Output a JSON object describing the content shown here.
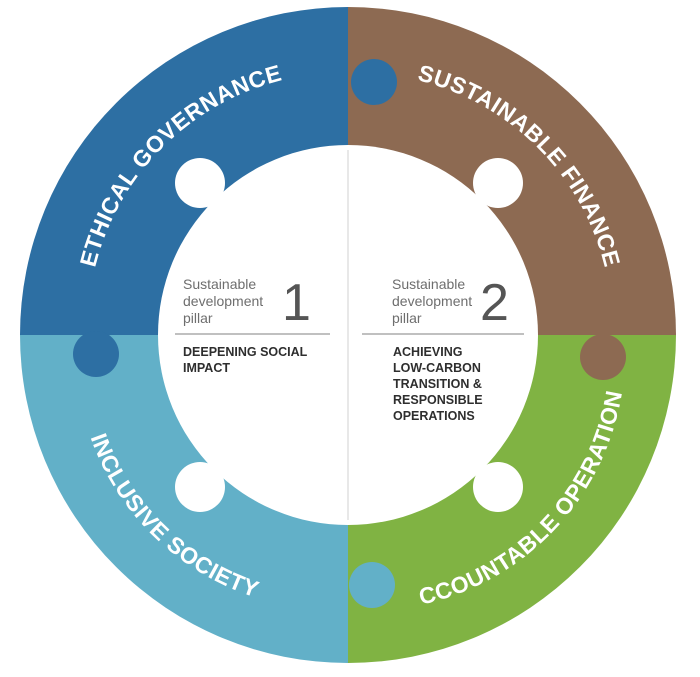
{
  "ring": {
    "top_left": {
      "label": "ETHICAL GOVERNANCE",
      "color": "#2d6fa3"
    },
    "top_right": {
      "label": "SUSTAINABLE FINANCE",
      "color": "#8d6a52"
    },
    "bottom_right": {
      "label": "ACCOUNTABLE OPERATIONS",
      "color": "#80b343"
    },
    "bottom_left": {
      "label": "INCLUSIVE SOCIETY",
      "color": "#62b0c8"
    }
  },
  "pillars": [
    {
      "caption_lines": [
        "Sustainable",
        "development",
        "pillar"
      ],
      "number": "1",
      "description_lines": [
        "DEEPENING SOCIAL",
        "IMPACT"
      ]
    },
    {
      "caption_lines": [
        "Sustainable",
        "development",
        "pillar"
      ],
      "number": "2",
      "description_lines": [
        "ACHIEVING",
        "LOW-CARBON",
        "TRANSITION &",
        "RESPONSIBLE",
        "OPERATIONS"
      ]
    }
  ]
}
